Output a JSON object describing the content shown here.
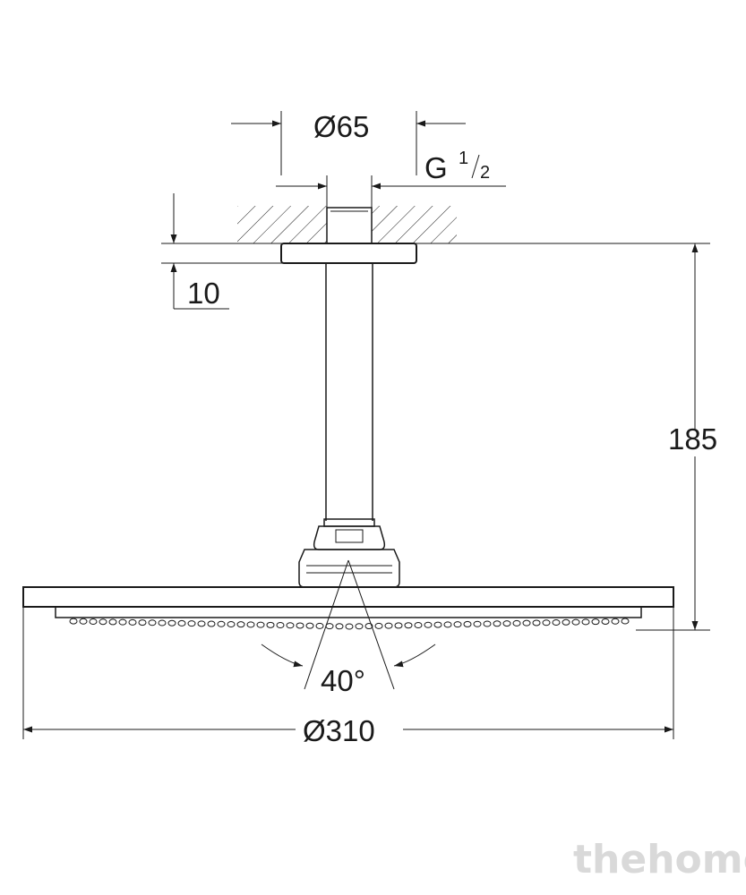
{
  "dimensions": {
    "flange_diameter": "Ø65",
    "thread_prefix": "G",
    "thread_num": "1",
    "thread_den": "2",
    "flange_offset": "10",
    "height": "185",
    "spray_angle": "40°",
    "head_diameter": "Ø310"
  },
  "watermark": "thehome"
}
